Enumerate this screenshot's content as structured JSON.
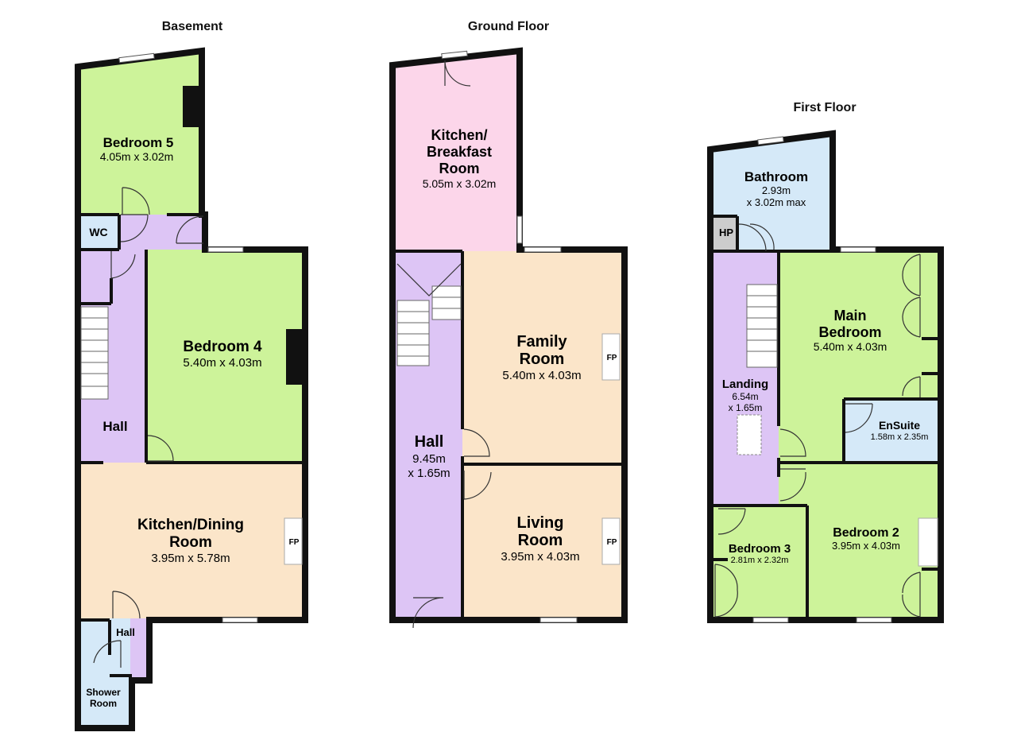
{
  "floors": {
    "basement": {
      "title": "Basement",
      "bedroom5": {
        "name": "Bedroom 5",
        "dims": "4.05m x 3.02m"
      },
      "wc": {
        "name": "WC"
      },
      "hall": {
        "name": "Hall"
      },
      "bedroom4": {
        "name": "Bedroom 4",
        "dims": "5.40m x 4.03m"
      },
      "kitchen_dining": {
        "name_line1": "Kitchen/Dining",
        "name_line2": "Room",
        "dims": "3.95m x 5.78m",
        "fp": "FP"
      },
      "hall2": {
        "name": "Hall"
      },
      "shower": {
        "name_line1": "Shower",
        "name_line2": "Room"
      }
    },
    "ground": {
      "title": "Ground Floor",
      "kitchen_breakfast": {
        "name_line1": "Kitchen/",
        "name_line2": "Breakfast",
        "name_line3": "Room",
        "dims": "5.05m x 3.02m"
      },
      "family": {
        "name_line1": "Family",
        "name_line2": "Room",
        "dims": "5.40m x 4.03m",
        "fp": "FP"
      },
      "hall": {
        "name": "Hall",
        "dims_line1": "9.45m",
        "dims_line2": "x 1.65m"
      },
      "living": {
        "name_line1": "Living",
        "name_line2": "Room",
        "dims": "3.95m x 4.03m",
        "fp": "FP"
      }
    },
    "first": {
      "title": "First Floor",
      "bathroom": {
        "name": "Bathroom",
        "dims_line1": "2.93m",
        "dims_line2": "x 3.02m max"
      },
      "hp": {
        "name": "HP"
      },
      "landing": {
        "name": "Landing",
        "dims_line1": "6.54m",
        "dims_line2": "x 1.65m"
      },
      "main_bedroom": {
        "name_line1": "Main",
        "name_line2": "Bedroom",
        "dims": "5.40m x 4.03m"
      },
      "ensuite": {
        "name": "EnSuite",
        "dims": "1.58m x 2.35m"
      },
      "bedroom3": {
        "name": "Bedroom 3",
        "dims": "2.81m x 2.32m"
      },
      "bedroom2": {
        "name": "Bedroom 2",
        "dims": "3.95m x 4.03m"
      }
    }
  },
  "colors": {
    "bedroom": "#cdf39a",
    "hall": "#ddc5f5",
    "kitchen": "#fbe5c9",
    "kitchen_breakfast": "#fcd6ea",
    "bath": "#d5e9f8",
    "hp": "#cccccc",
    "wall": "#111111"
  }
}
